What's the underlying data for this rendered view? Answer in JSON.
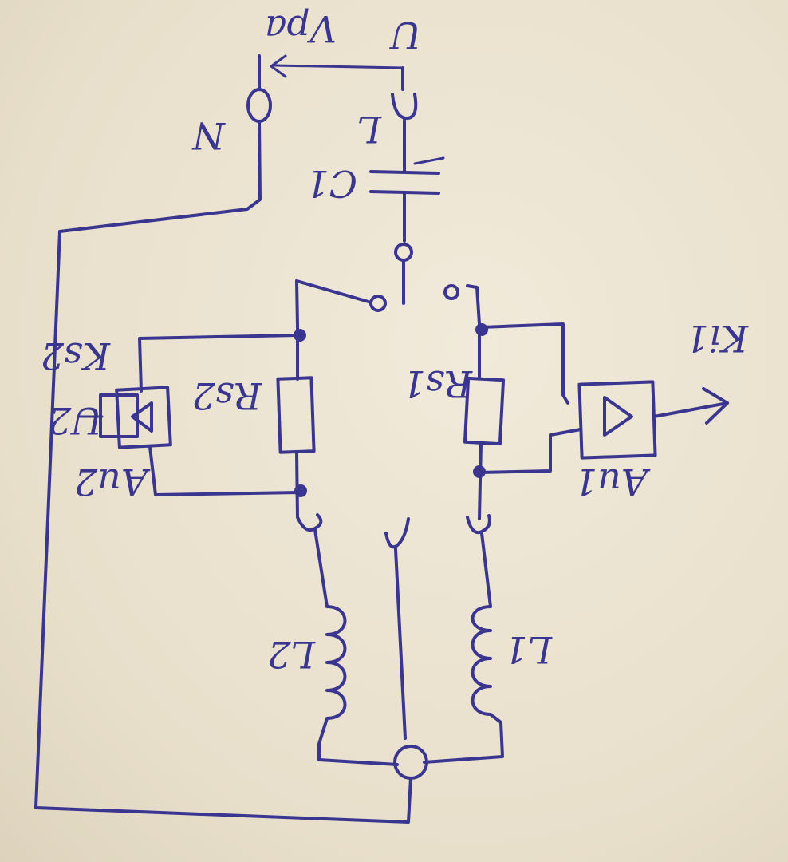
{
  "labels": {
    "u_top": "U",
    "upa": "Vpa",
    "n": "N",
    "l": "L",
    "c1": "C1",
    "ks2": "Ks2",
    "u2": "U2",
    "au2": "Au2",
    "rs2": "Rs2",
    "rs1": "Rs1",
    "ki1": "Ki1",
    "au1": "Au1",
    "l2": "L2",
    "l1": "L1"
  },
  "colors": {
    "ink": "#3a3690",
    "paper": "#ece3cf"
  }
}
